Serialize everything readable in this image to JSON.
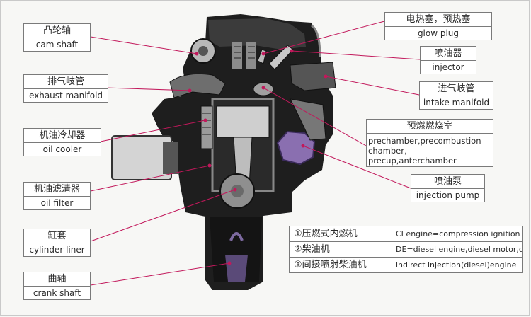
{
  "labels": {
    "cam_shaft": {
      "zh": "凸轮轴",
      "en": "cam shaft"
    },
    "exhaust_manifold": {
      "zh": "排气岐管",
      "en": "exhaust manifold"
    },
    "oil_cooler": {
      "zh": "机油冷却器",
      "en": "oil cooler"
    },
    "oil_filter": {
      "zh": "机油滤清器",
      "en": "oil filter"
    },
    "cylinder_liner": {
      "zh": "缸套",
      "en": "cylinder liner"
    },
    "crank_shaft": {
      "zh": "曲轴",
      "en": "crank shaft"
    },
    "glow_plug": {
      "zh": "电热塞，预热塞",
      "en": "glow plug"
    },
    "injector": {
      "zh": "喷油器",
      "en": "injector"
    },
    "intake_manifold": {
      "zh": "进气岐管",
      "en": "intake manifold"
    },
    "prechamber": {
      "zh": "预燃燃烧室",
      "en": "prechamber,precombustion chamber, precup,anterchamber"
    },
    "injection_pump": {
      "zh": "喷油泵",
      "en": "injection pump"
    }
  },
  "glossary": [
    {
      "zh": "①压燃式内燃机",
      "en": "CI engine=compression ignition engine"
    },
    {
      "zh": "②柴油机",
      "en": "DE=diesel engine,diesel motor,oil engine"
    },
    {
      "zh": "③间接喷射柴油机",
      "en": "indirect injection(diesel)engine"
    }
  ],
  "colors": {
    "part_highlight": "#8a6fb0",
    "engine_dark": "#1c1c1c",
    "engine_grey": "#9a9a9a",
    "leader": "#c2185b"
  }
}
